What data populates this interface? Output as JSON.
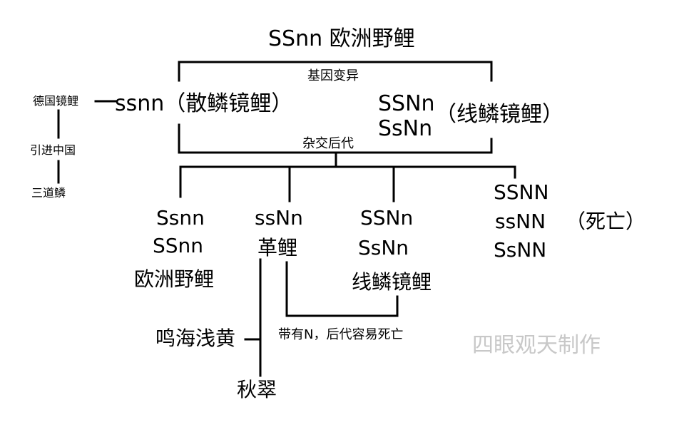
{
  "top": {
    "genotype_label": "SSnn 欧洲野鲤"
  },
  "labels": {
    "mutation": "基因变异",
    "hybrid": "杂交后代",
    "german": "德国镜鲤",
    "introduced": "引进中国",
    "three_row": "三道鳞",
    "scattered": "ssnn（散鳞镜鲤）",
    "line_g1": "SSNn",
    "line_g2": "SsNn",
    "line_name": "（线鳞镜鲤）",
    "note": "带有N，后代容易死亡",
    "watermark": "四眼观天制作"
  },
  "offspring": {
    "c1_g1": "Ssnn",
    "c1_g2": "SSnn",
    "c1_name": "欧洲野鲤",
    "c2_g1": "ssNn",
    "c2_name": "革鲤",
    "c3_g1": "SSNn",
    "c3_g2": "SsNn",
    "c3_name": "线鳞镜鲤",
    "c4_g1": "SSNN",
    "c4_g2": "ssNN",
    "c4_g3": "SsNN",
    "c4_name": "（死亡）"
  },
  "derived": {
    "narumi": "鸣海浅黄",
    "shusui": "秋翠"
  },
  "colors": {
    "line": "#000000",
    "watermark": "#c8c8c8"
  }
}
